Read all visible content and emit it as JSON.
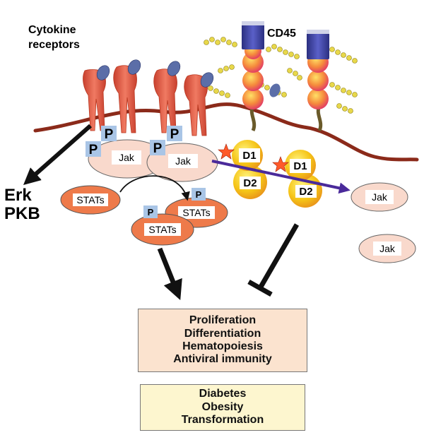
{
  "labels": {
    "cytokine_line1": "Cytokine",
    "cytokine_line2": "receptors",
    "cd45": "CD45",
    "erk": "Erk",
    "pkb": "PKB"
  },
  "jak": {
    "label": "Jak"
  },
  "phospho": {
    "label": "P"
  },
  "stats": {
    "label": "STATs"
  },
  "domains": {
    "d1": "D1",
    "d2": "D2"
  },
  "outcomes": {
    "items": [
      "Proliferation",
      "Differentiation",
      "Hematopoiesis",
      "Antiviral immunity"
    ]
  },
  "diseases": {
    "items": [
      "Diabetes",
      "Obesity",
      "Transformation"
    ]
  },
  "colors": {
    "receptor": "#e8604c",
    "ligand": "#5b6ea8",
    "membrane": "#8b2a1a",
    "jak_fill": "#f9d9cc",
    "stats_fill": "#ee7a4a",
    "phospho_fill": "#a9c5e6",
    "domain_yellow": "#f5d020",
    "cd45_top": "#3a3f9e",
    "sugar": "#e8d84a",
    "outcome_fill": "#fbe3cf",
    "disease_fill": "#fdf6cf"
  }
}
